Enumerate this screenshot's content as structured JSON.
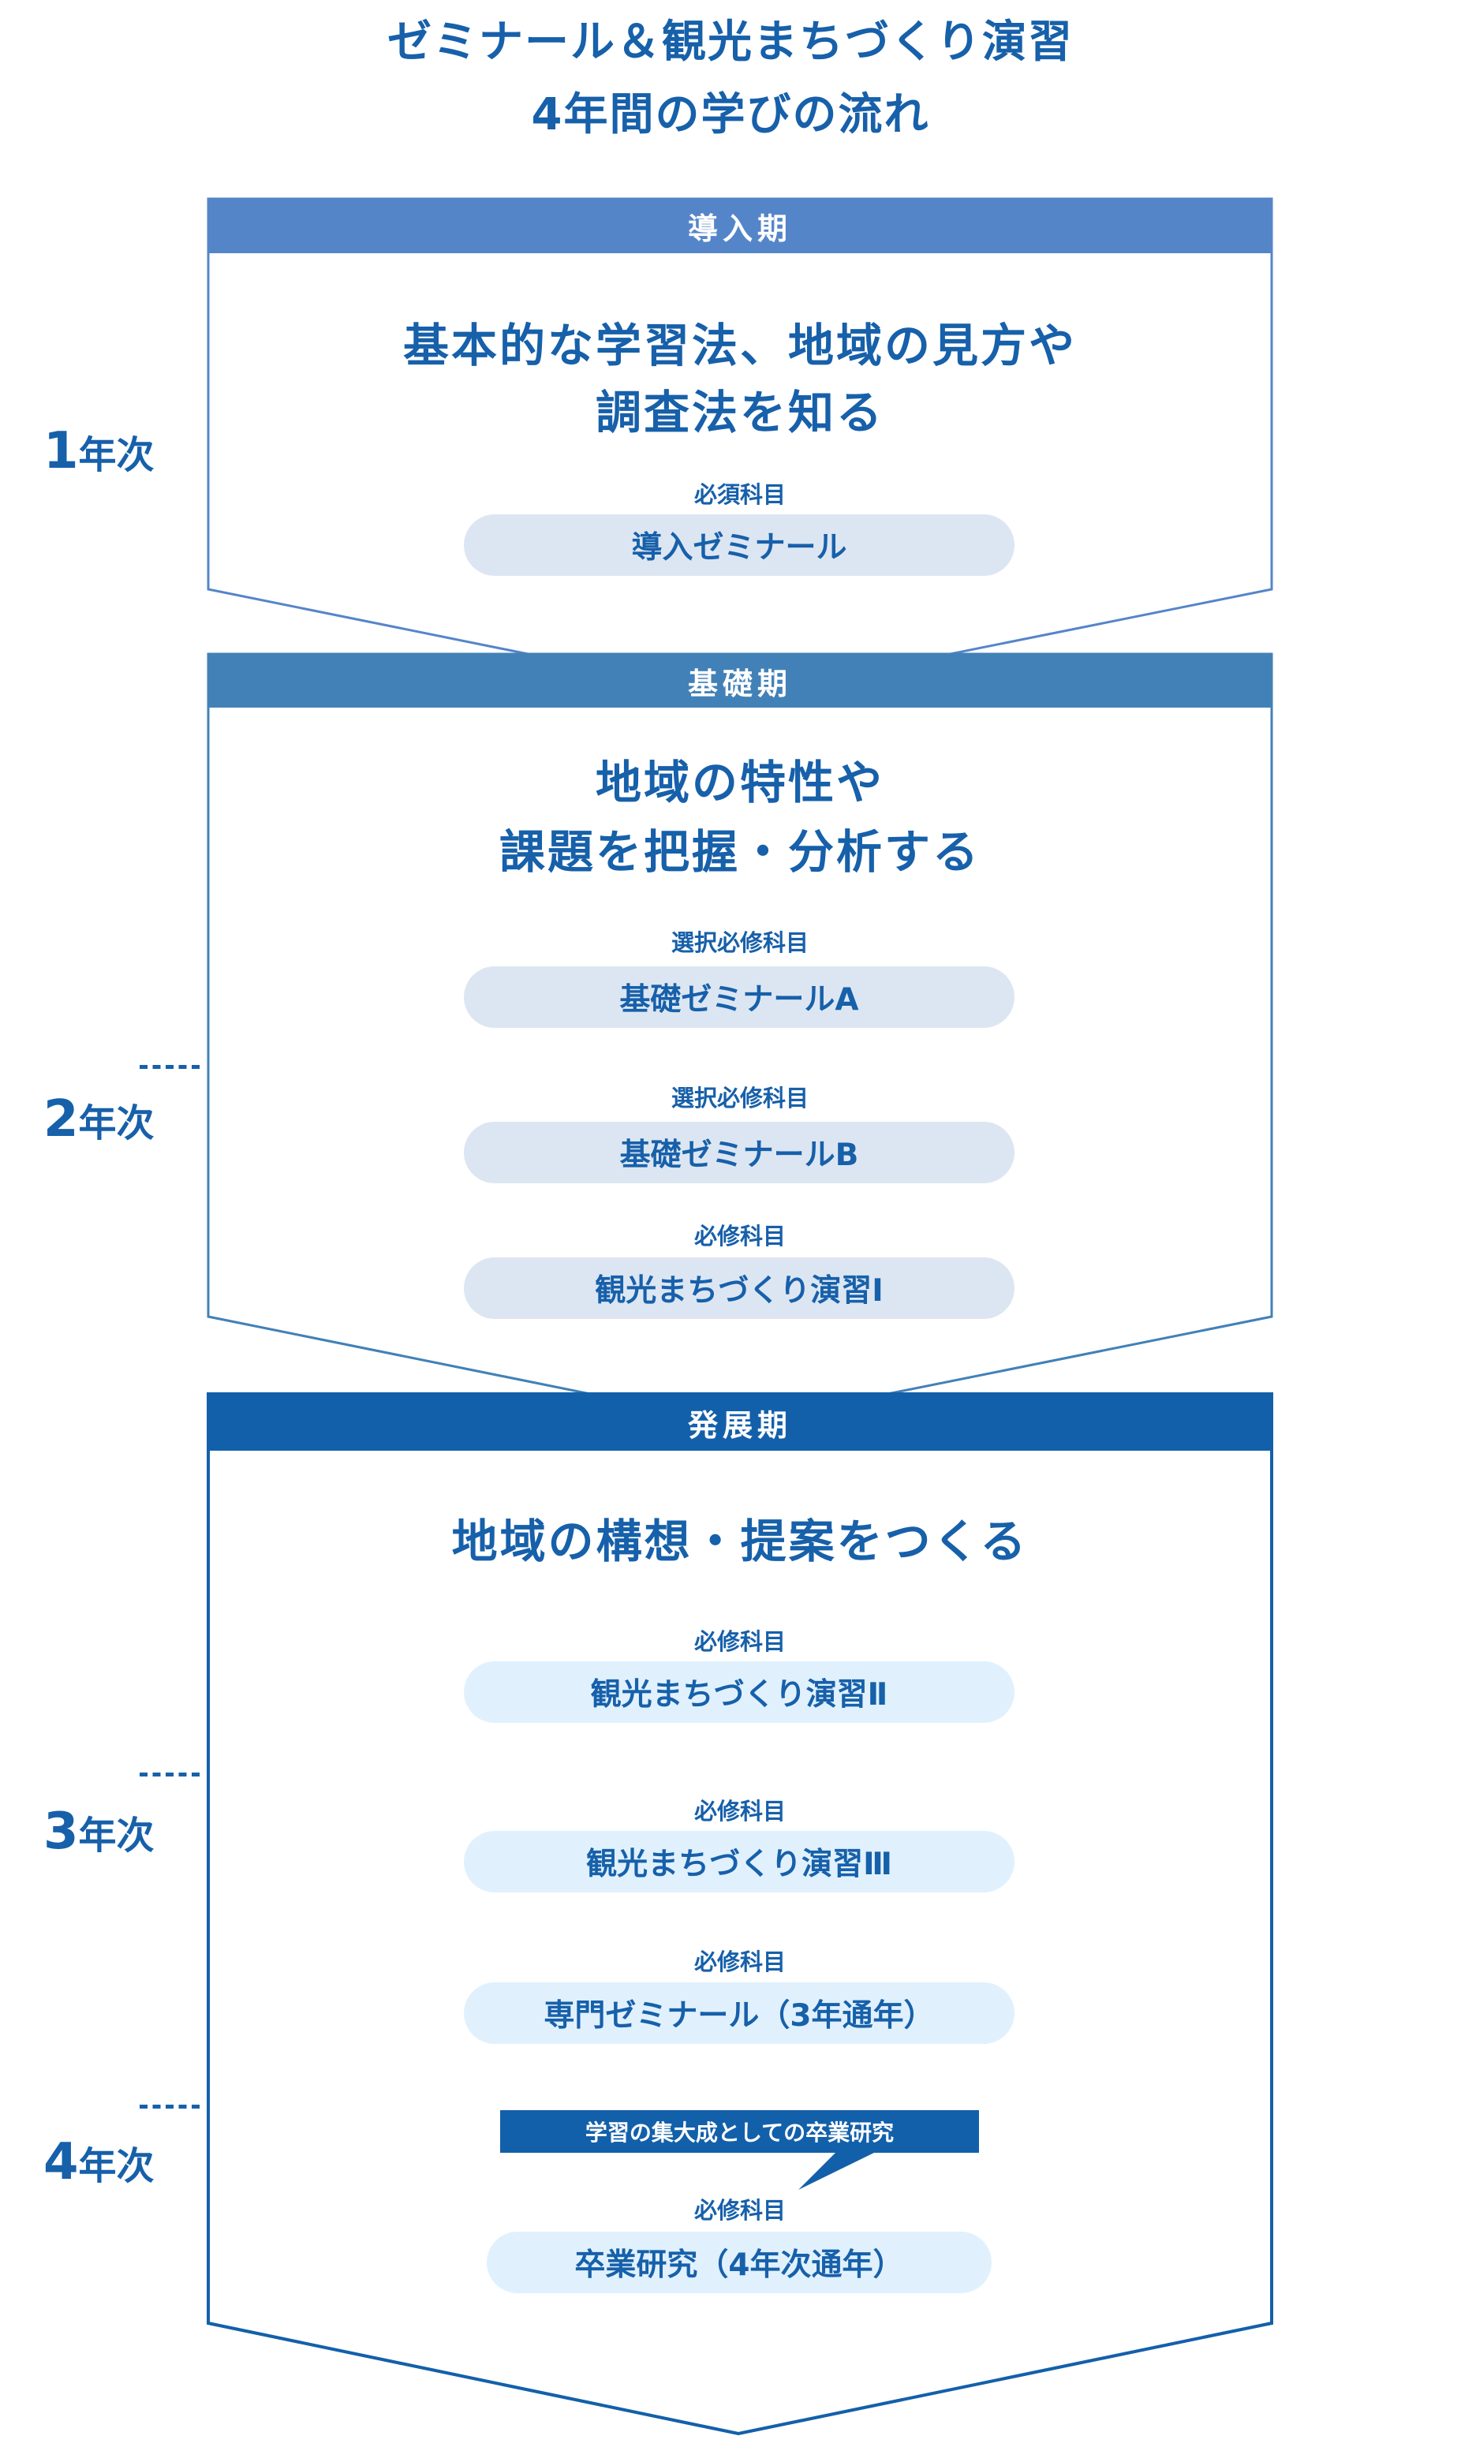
{
  "title": {
    "line1": "ゼミナール＆観光まちづくり演習",
    "line2": "4年間の学びの流れ"
  },
  "colors": {
    "phase1": "#5585c9",
    "phase2": "#4281b7",
    "phase3": "#1360aa",
    "text": "#1760aa"
  },
  "years": [
    {
      "num": "1",
      "suffix": "年次"
    },
    {
      "num": "2",
      "suffix": "年次"
    },
    {
      "num": "3",
      "suffix": "年次"
    },
    {
      "num": "4",
      "suffix": "年次"
    }
  ],
  "phases": [
    {
      "name": "導入期",
      "heading": [
        "基本的な学習法、地域の見方や",
        "調査法を知る"
      ],
      "courses": [
        {
          "type": "必須科目",
          "name": "導入ゼミナール"
        }
      ]
    },
    {
      "name": "基礎期",
      "heading": [
        "地域の特性や",
        "課題を把握・分析する"
      ],
      "courses": [
        {
          "type": "選択必修科目",
          "name": "基礎ゼミナールA"
        },
        {
          "type": "選択必修科目",
          "name": "基礎ゼミナールB"
        },
        {
          "type": "必修科目",
          "name": "観光まちづくり演習Ⅰ"
        }
      ]
    },
    {
      "name": "発展期",
      "heading": [
        "地域の構想・提案をつくる"
      ],
      "courses": [
        {
          "type": "必修科目",
          "name": "観光まちづくり演習Ⅱ"
        },
        {
          "type": "必修科目",
          "name": "観光まちづくり演習Ⅲ"
        },
        {
          "type": "必修科目",
          "name": "専門ゼミナール（3年通年）"
        },
        {
          "type": "必修科目",
          "name": "卒業研究（4年次通年）"
        }
      ],
      "callout": "学習の集大成としての卒業研究"
    }
  ]
}
